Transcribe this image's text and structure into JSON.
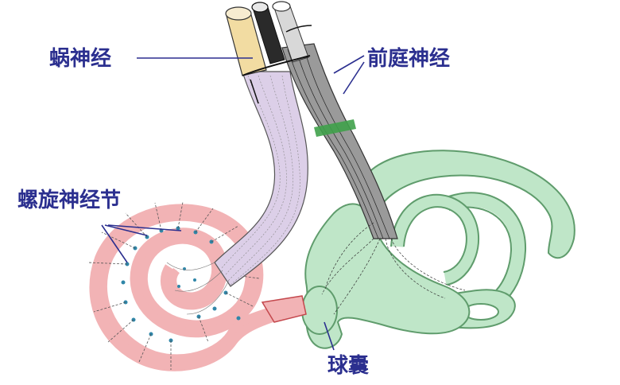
{
  "labels": {
    "cochlear_nerve": "蜗神经",
    "vestibular_nerve": "前庭神经",
    "spiral_ganglion": "螺旋神经节",
    "saccule": "球囊"
  },
  "colors": {
    "label_text": "#2b2f8f",
    "leader_line": "#2b2f8f",
    "cochlea_fill": "#f2b3b5",
    "cochlea_stroke": "#c4484d",
    "vestibule_fill": "#bfe6c8",
    "vestibule_stroke": "#5f9c6c",
    "cochlear_nerve_fill": "#dccfe8",
    "vestibular_nerve_fill": "#9a9a9a",
    "nerve_sheath": "#f2dca2",
    "ganglion_dots": "#2f86a8"
  }
}
